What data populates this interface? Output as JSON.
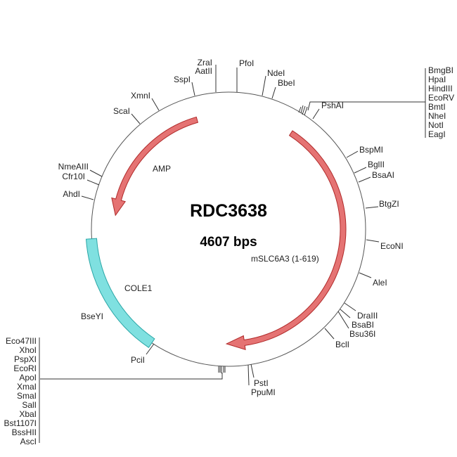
{
  "plasmid": {
    "name": "RDC3638",
    "length_label": "4607 bps"
  },
  "features": {
    "insert": {
      "label": "mSLC6A3 (1-619)",
      "color": "#e57373"
    },
    "amp": {
      "label": "AMP",
      "color": "#e57373"
    },
    "ori": {
      "label": "COLE1",
      "color": "#7fe0e0"
    }
  },
  "sites": {
    "zral": "ZraI",
    "aatii": "AatII",
    "pfoi": "PfoI",
    "sspi": "SspI",
    "xmni": "XmnI",
    "scai": "ScaI",
    "ndei": "NdeI",
    "bbei": "BbeI",
    "pshai": "PshAI",
    "bspmi": "BspMI",
    "bglii": "BglII",
    "bsaai": "BsaAI",
    "btgzi": "BtgZI",
    "econi": "EcoNI",
    "alei": "AleI",
    "draiii": "DraIII",
    "bsabi": "BsaBI",
    "bsu36i": "Bsu36I",
    "bcli": "BclI",
    "psti": "PstI",
    "ppumi": "PpuMI",
    "pcii": "PciI",
    "bseyi": "BseYI",
    "nmeaiii": "NmeAIII",
    "cfr10i": "Cfr10I",
    "ahdi": "AhdI"
  },
  "mcs_top": [
    "BmgBI",
    "HpaI",
    "HindIII",
    "EcoRV",
    "BmtI",
    "NheI",
    "NotI",
    "EagI"
  ],
  "mcs_bottom": [
    "Eco47III",
    "XhoI",
    "PspXI",
    "EcoRI",
    "ApoI",
    "XmaI",
    "SmaI",
    "SalI",
    "XbaI",
    "Bst1107I",
    "BssHII",
    "AscI"
  ]
}
